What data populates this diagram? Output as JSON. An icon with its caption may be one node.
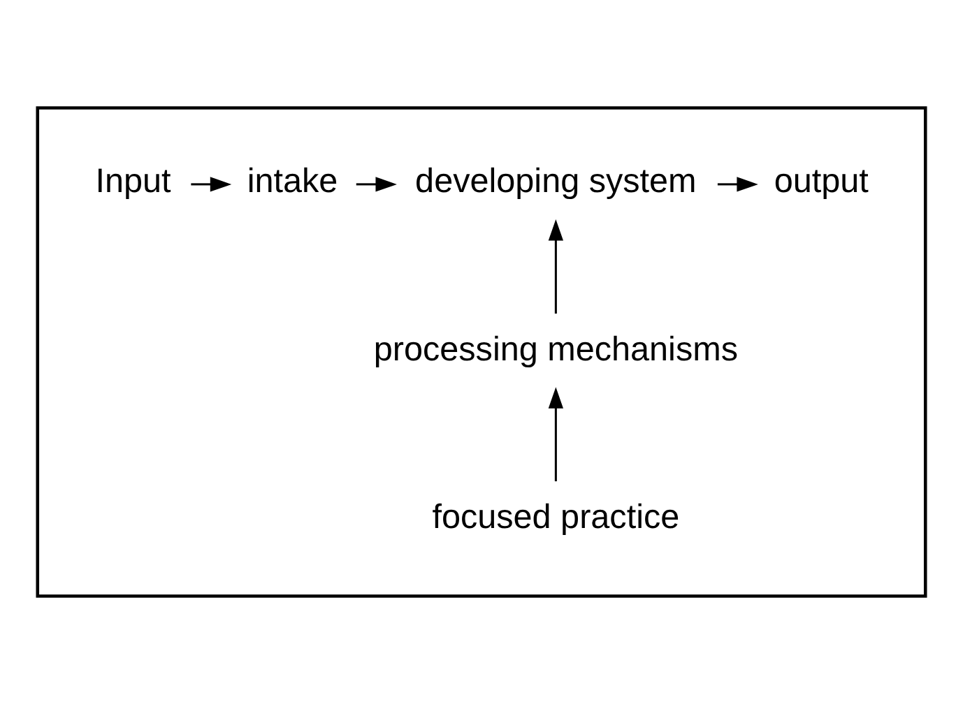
{
  "diagram": {
    "nodes": [
      {
        "text": [],
        "shape": "box"
      },
      {
        "text": [
          "Input"
        ],
        "in": 0
      },
      {
        "text": [
          "intake"
        ],
        "in": 0
      },
      {
        "text": [
          "developing system"
        ],
        "in": 0
      },
      {
        "text": [
          "output"
        ],
        "in": 0
      },
      {
        "text": [
          "processing mechanisms"
        ],
        "in": 0
      },
      {
        "text": [
          "focused practice"
        ],
        "in": 0
      }
    ],
    "edges": [
      {
        "from": 1,
        "to": 2,
        "arrow": "to"
      },
      {
        "from": 2,
        "to": 3,
        "arrow": "to"
      },
      {
        "from": 3,
        "to": 4,
        "arrow": "to"
      },
      {
        "from": 5,
        "to": 3,
        "arrow": "to"
      },
      {
        "from": 6,
        "to": 5,
        "arrow": "to"
      }
    ]
  }
}
